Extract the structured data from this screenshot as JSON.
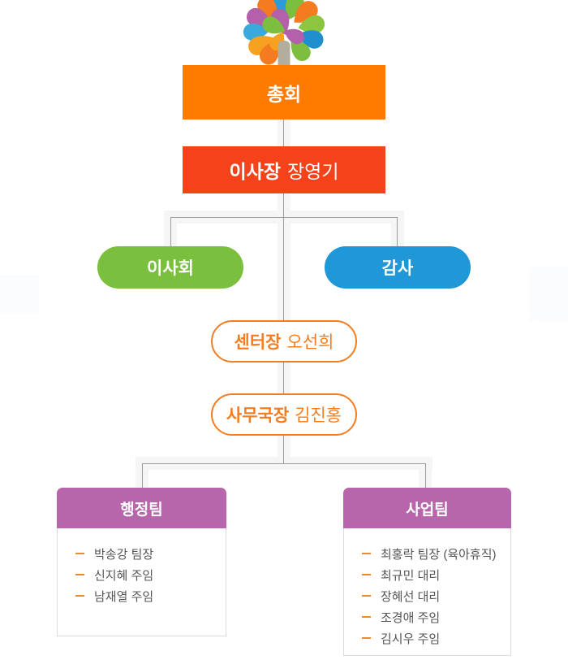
{
  "colors": {
    "assembly_bg": "#ff7b00",
    "chairman_bg": "#f4421a",
    "board_bg": "#7bbf3f",
    "auditor_bg": "#2097d6",
    "pill_accent": "#f47d21",
    "team_header_bg": "#b766ab",
    "team_border": "#dcdcdc",
    "connector_band": "#f5f5f6",
    "connector_line": "#9c9c9c",
    "member_text": "#565656",
    "dash": "#ee8b22",
    "trunk": "#b3ad9e"
  },
  "logo": {
    "description": "colorful petal tree logo",
    "petal_colors": [
      "#f47b20",
      "#2b9cd8",
      "#b560aa",
      "#7cbf3e",
      "#f6a11f",
      "#3aa9dc",
      "#8cc63f",
      "#1f8fce"
    ]
  },
  "nodes": {
    "assembly": {
      "label": "총회"
    },
    "chairman": {
      "title": "이사장",
      "name": "장영기"
    },
    "board": {
      "label": "이사회"
    },
    "auditor": {
      "label": "감사"
    },
    "center_director": {
      "title": "센터장",
      "name": "오선희"
    },
    "secretary_general": {
      "title": "사무국장",
      "name": "김진홍"
    }
  },
  "teams": [
    {
      "label": "행정팀",
      "members": [
        "박송강 팀장",
        "신지혜 주임",
        "남재열 주임"
      ]
    },
    {
      "label": "사업팀",
      "members": [
        "최홍락 팀장 (육아휴직)",
        "최규민 대리",
        "장혜선 대리",
        "조경애 주임",
        "김시우 주임"
      ]
    }
  ]
}
